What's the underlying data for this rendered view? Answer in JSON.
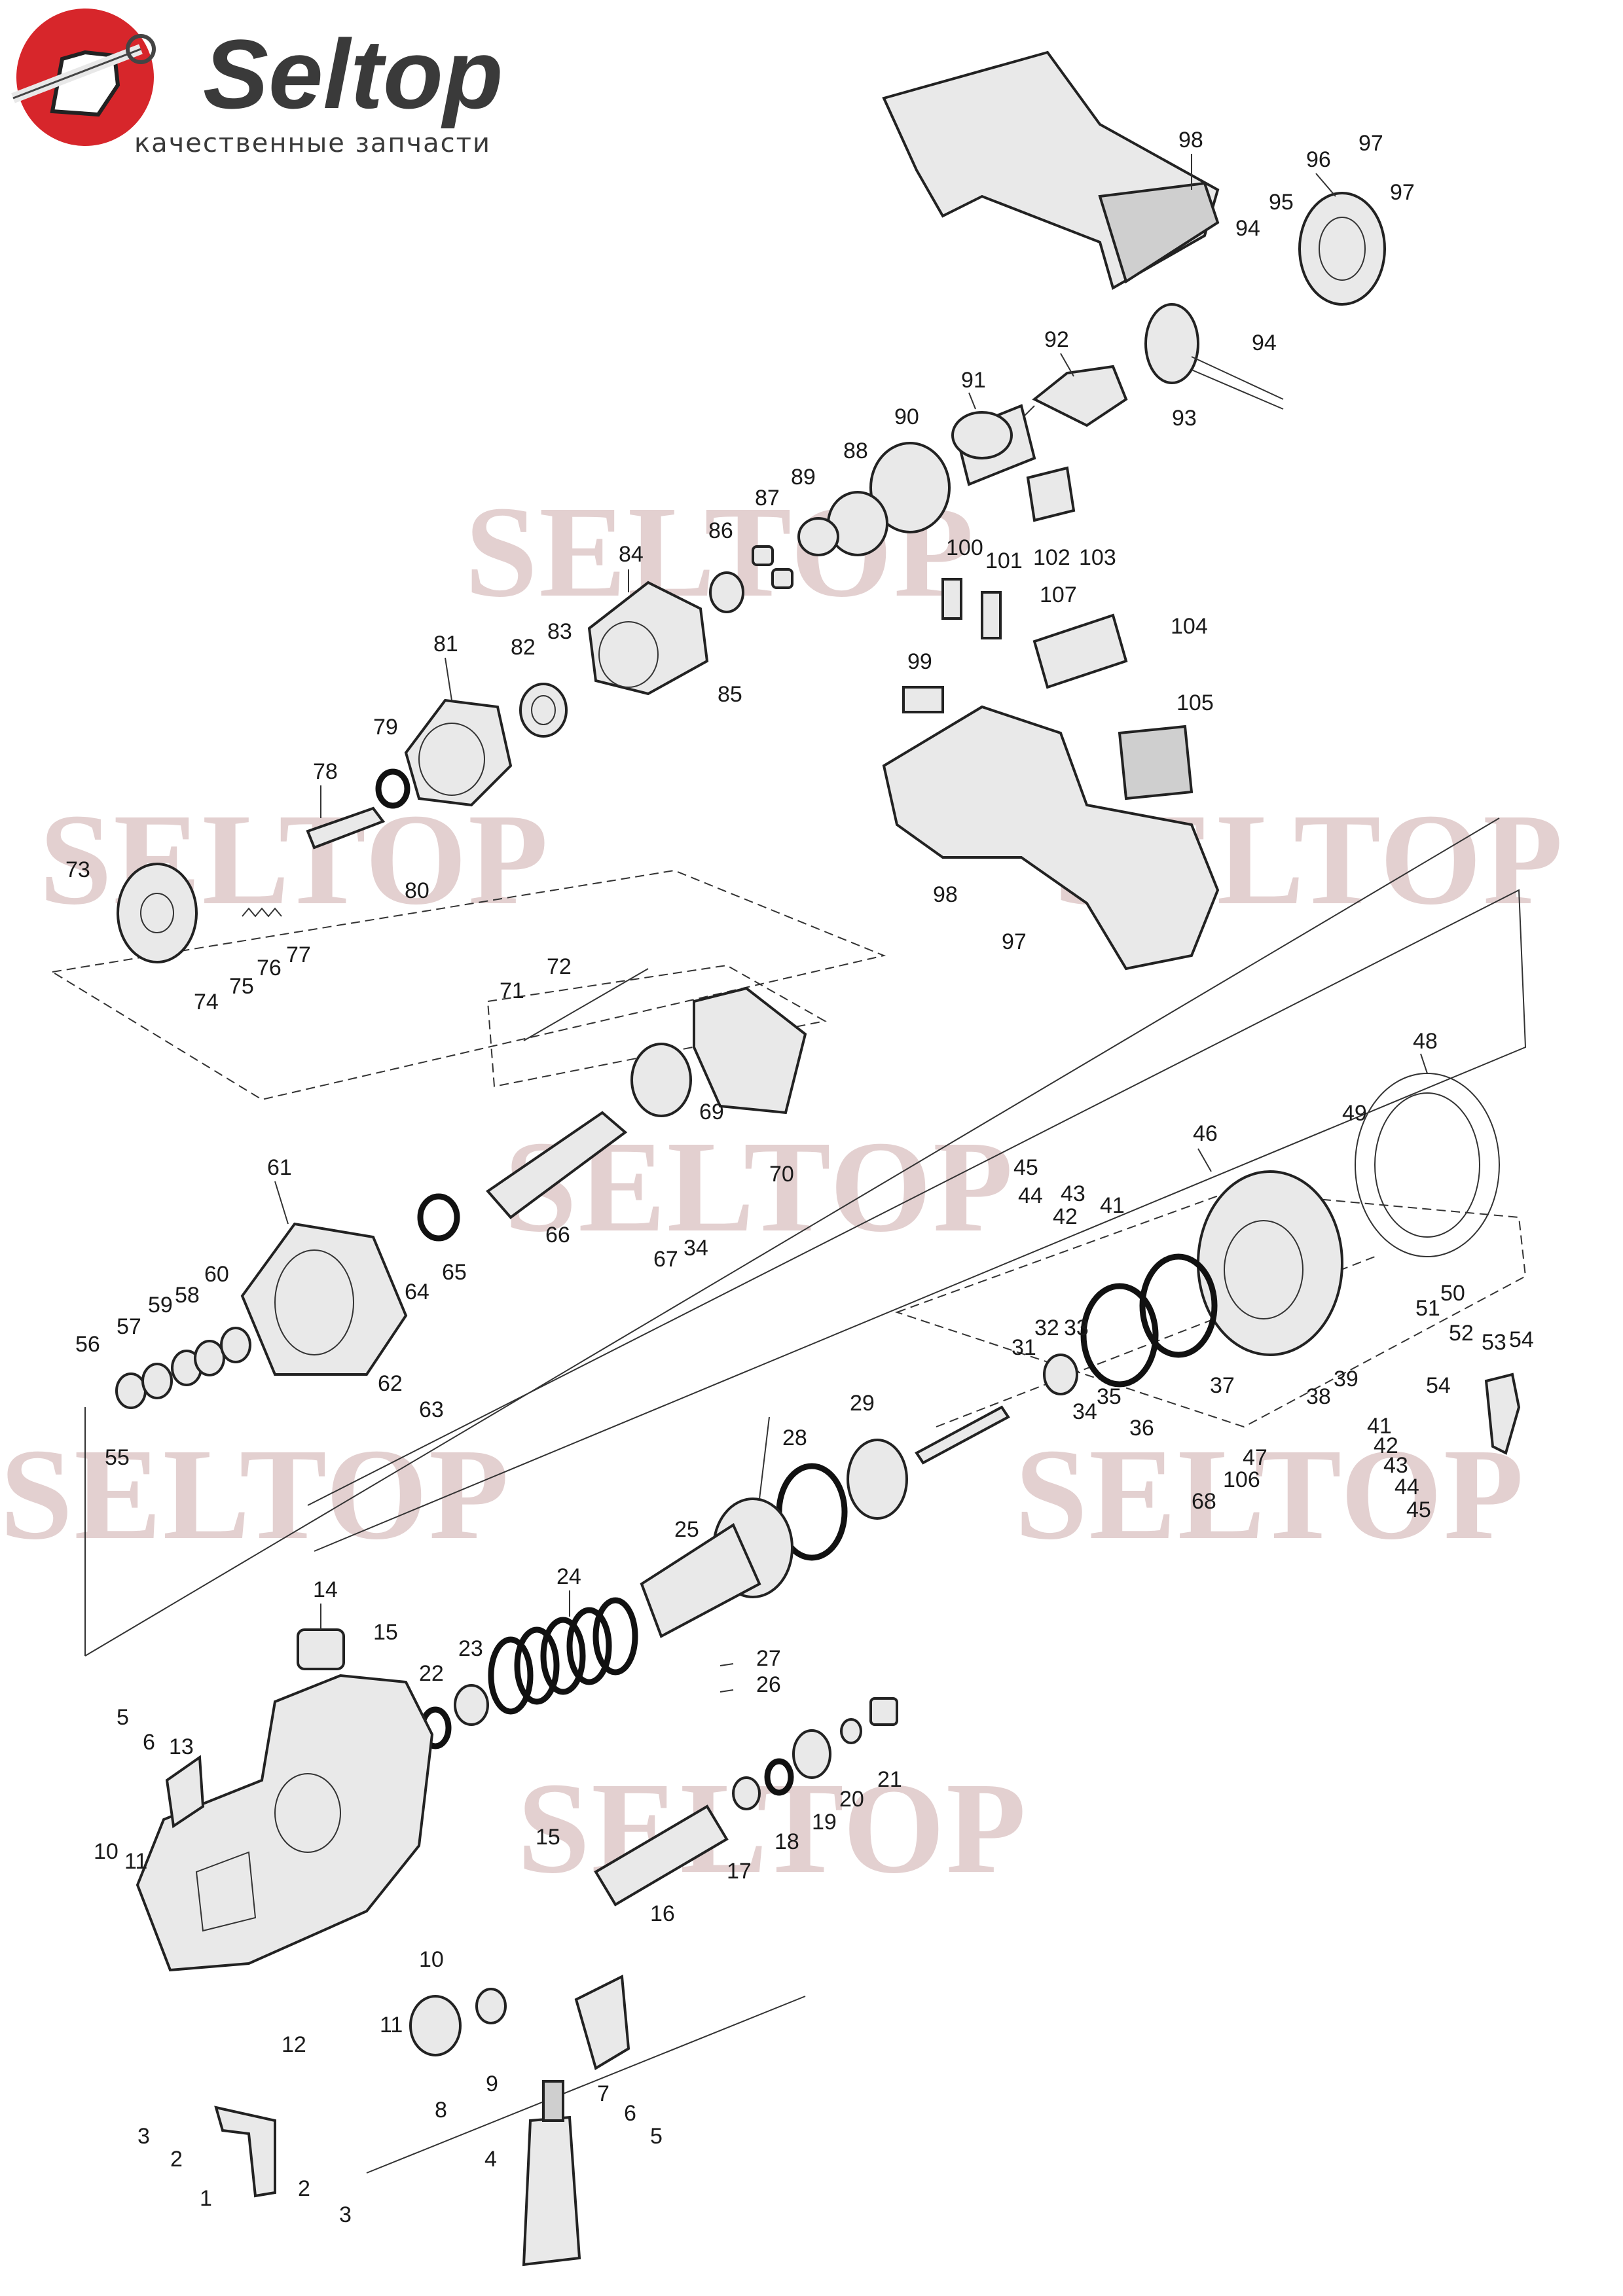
{
  "brand": {
    "name": "Seltop",
    "tagline": "качественные запчасти"
  },
  "watermark": "SELTOP",
  "colors": {
    "logo_red": "#d7262b",
    "logo_dark": "#3a3a3a",
    "watermark": "#c9a3a3"
  },
  "part_numbers": [
    "98",
    "96",
    "97",
    "97",
    "95",
    "94",
    "94",
    "92",
    "93",
    "91",
    "90",
    "88",
    "89",
    "87",
    "86",
    "84",
    "100",
    "101",
    "102",
    "103",
    "107",
    "104",
    "81",
    "82",
    "83",
    "85",
    "99",
    "105",
    "79",
    "98",
    "97",
    "78",
    "80",
    "73",
    "74",
    "75",
    "76",
    "77",
    "72",
    "71",
    "70",
    "69",
    "61",
    "66",
    "67",
    "34",
    "65",
    "64",
    "60",
    "59",
    "58",
    "57",
    "56",
    "55",
    "62",
    "63",
    "48",
    "49",
    "46",
    "45",
    "44",
    "43",
    "42",
    "41",
    "50",
    "51",
    "52",
    "53",
    "54",
    "54",
    "41",
    "42",
    "43",
    "44",
    "45",
    "38",
    "39",
    "37",
    "36",
    "32",
    "33",
    "31",
    "34",
    "35",
    "29",
    "28",
    "47",
    "106",
    "68",
    "25",
    "24",
    "27",
    "26",
    "14",
    "15",
    "22",
    "23",
    "13",
    "5",
    "6",
    "10",
    "11",
    "21",
    "20",
    "19",
    "18",
    "17",
    "16",
    "15",
    "12",
    "10",
    "11",
    "9",
    "8",
    "7",
    "6",
    "5",
    "3",
    "2",
    "4",
    "1",
    "2",
    "3"
  ]
}
